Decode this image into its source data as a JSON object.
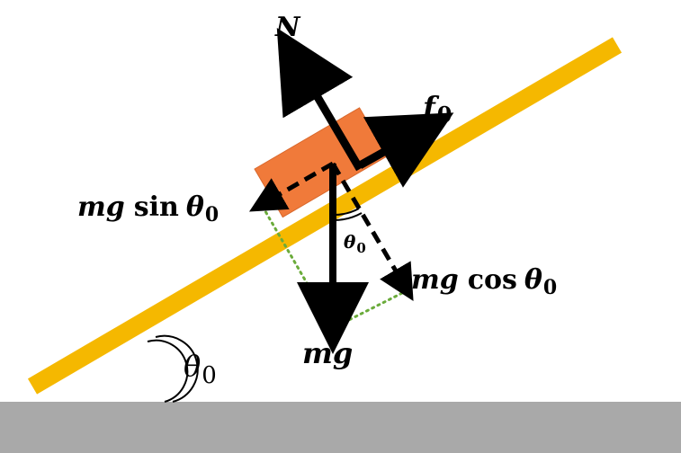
{
  "colors": {
    "ground": "#a9a9a9",
    "ground_edge": "#888888",
    "incline": "#f5b800",
    "incline_edge": "#e0a100",
    "block": "#f07a3a",
    "block_edge": "#d9682c",
    "arrows": "#000000",
    "dotted": "#6aab3a"
  },
  "labels": {
    "normal_force": "N",
    "friction_force": "f",
    "friction_sub": "0",
    "weight": "mg",
    "parallel": {
      "main": "mg",
      "fn": "sin",
      "theta": "θ",
      "sub": "0"
    },
    "perpendicular": {
      "main": "mg",
      "fn": "cos",
      "theta": "θ",
      "sub": "0"
    },
    "inner_angle": {
      "theta": "θ",
      "sub": "0"
    },
    "base_angle": {
      "theta": "θ",
      "sub": "0"
    }
  }
}
